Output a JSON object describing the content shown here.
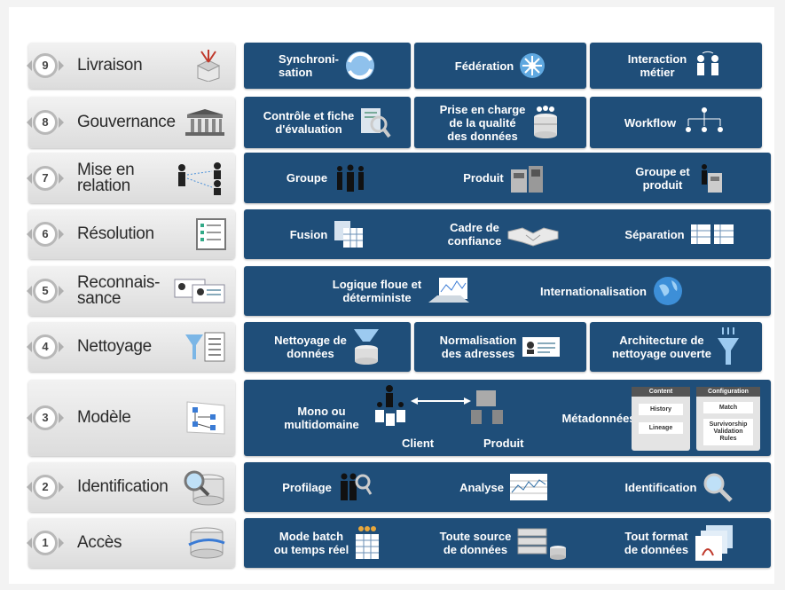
{
  "steps": [
    {
      "num": "9",
      "label": "Livraison",
      "items": [
        "Synchroni-\nsation",
        "Fédération",
        "Interaction\nmétier"
      ]
    },
    {
      "num": "8",
      "label": "Gouvernance",
      "items": [
        "Contrôle et fiche\nd'évaluation",
        "Prise en charge\nde la qualité\ndes données",
        "Workflow"
      ]
    },
    {
      "num": "7",
      "label": "Mise en\nrelation",
      "items": [
        "Groupe",
        "Produit",
        "Groupe et\nproduit"
      ]
    },
    {
      "num": "6",
      "label": "Résolution",
      "items": [
        "Fusion",
        "Cadre de\nconfiance",
        "Séparation"
      ]
    },
    {
      "num": "5",
      "label": "Reconnais-\nsance",
      "items": [
        "Logique floue et\ndéterministe",
        "Internationalisation"
      ]
    },
    {
      "num": "4",
      "label": "Nettoyage",
      "items": [
        "Nettoyage de\ndonnées",
        "Normalisation\ndes adresses",
        "Architecture de\nnettoyage ouverte"
      ]
    },
    {
      "num": "3",
      "label": "Modèle",
      "items": [
        "Mono ou\nmultidomaine",
        "Client",
        "Produit",
        "Métadonnées"
      ],
      "metadata": {
        "card1_title": "Content",
        "card1_items": [
          "History",
          "Lineage"
        ],
        "card2_title": "Configuration",
        "card2_items": [
          "Match",
          "Survivorship\nValidation\nRules"
        ]
      }
    },
    {
      "num": "2",
      "label": "Identification",
      "items": [
        "Profilage",
        "Analyse",
        "Identification"
      ]
    },
    {
      "num": "1",
      "label": "Accès",
      "items": [
        "Mode batch\nou temps réel",
        "Toute source\nde données",
        "Tout format\nde données"
      ]
    }
  ],
  "colors": {
    "panel": "#1f4e79",
    "left_bg": "#e6e6e6",
    "text_dark": "#2b2b2b"
  }
}
